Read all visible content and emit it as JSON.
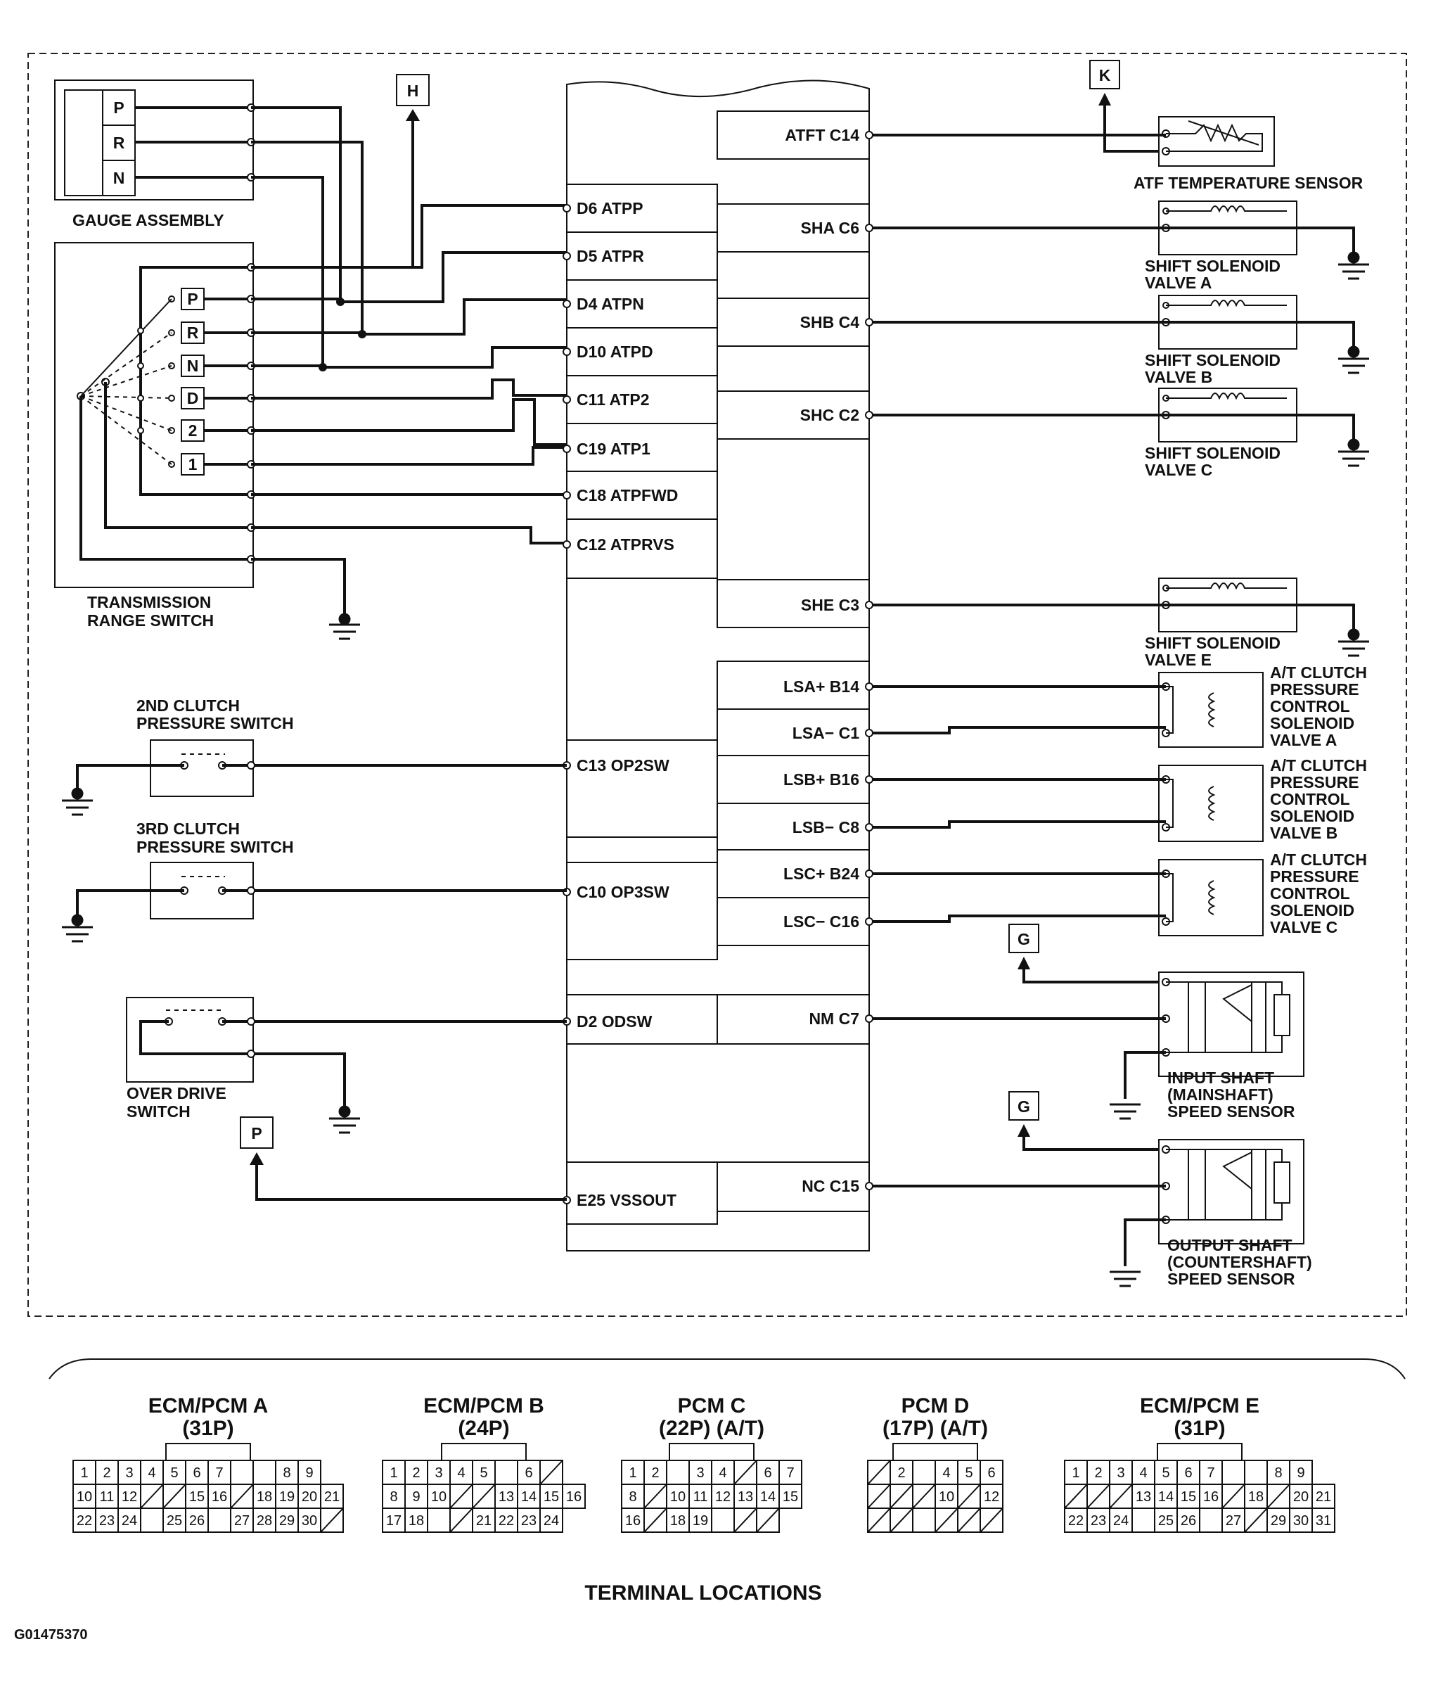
{
  "gauge": {
    "title": "GAUGE ASSEMBLY",
    "letters": [
      "P",
      "R",
      "N"
    ]
  },
  "trs": {
    "title1": "TRANSMISSION",
    "title2": "RANGE SWITCH",
    "positions": [
      "P",
      "R",
      "N",
      "D",
      "2",
      "1"
    ]
  },
  "connectors": {
    "H": "H",
    "K": "K",
    "G1": "G",
    "G2": "G",
    "P": "P"
  },
  "ecm_left_pins": [
    "D6 ATPP",
    "D5 ATPR",
    "D4 ATPN",
    "D10 ATPD",
    "C11 ATP2",
    "C19 ATP1",
    "C18 ATPFWD",
    "C12 ATPRVS",
    "C13 OP2SW",
    "C10 OP3SW",
    "D2 ODSW",
    "E25 VSSOUT"
  ],
  "ecm_right_pins": [
    "ATFT C14",
    "SHA C6",
    "SHB C4",
    "SHC C2",
    "SHE C3",
    "LSA+ B14",
    "LSA− C1",
    "LSB+ B16",
    "LSB− C8",
    "LSC+ B24",
    "LSC− C16",
    "NM C7",
    "NC C15"
  ],
  "components": {
    "atf_sensor": "ATF TEMPERATURE SENSOR",
    "sha": [
      "SHIFT SOLENOID",
      "VALVE A"
    ],
    "shb": [
      "SHIFT SOLENOID",
      "VALVE B"
    ],
    "shc": [
      "SHIFT SOLENOID",
      "VALVE C"
    ],
    "she": [
      "SHIFT SOLENOID",
      "VALVE E"
    ],
    "lsa": [
      "A/T CLUTCH",
      "PRESSURE",
      "CONTROL",
      "SOLENOID",
      "VALVE A"
    ],
    "lsb": [
      "A/T CLUTCH",
      "PRESSURE",
      "CONTROL",
      "SOLENOID",
      "VALVE B"
    ],
    "lsc": [
      "A/T CLUTCH",
      "PRESSURE",
      "CONTROL",
      "SOLENOID",
      "VALVE C"
    ],
    "clutch2": [
      "2ND CLUTCH",
      "PRESSURE SWITCH"
    ],
    "clutch3": [
      "3RD CLUTCH",
      "PRESSURE SWITCH"
    ],
    "odsw": [
      "OVER DRIVE",
      "SWITCH"
    ],
    "input_sensor": [
      "INPUT SHAFT",
      "(MAINSHAFT)",
      "SPEED SENSOR"
    ],
    "output_sensor": [
      "OUTPUT SHAFT",
      "(COUNTERSHAFT)",
      "SPEED SENSOR"
    ]
  },
  "terminal": {
    "caption": "TERMINAL LOCATIONS",
    "code": "G01475370",
    "connectors": [
      {
        "name": "ECM/PCM A",
        "sub": "(31P)",
        "rows": [
          [
            "1",
            "2",
            "3",
            "4",
            "5",
            "6",
            "7",
            "",
            "",
            "8",
            "9"
          ],
          [
            "10",
            "11",
            "12",
            "/",
            "/",
            "15",
            "16",
            "/",
            "18",
            "19",
            "20",
            "21"
          ],
          [
            "22",
            "23",
            "24",
            "",
            "25",
            "26",
            "",
            "27",
            "28",
            "29",
            "30",
            "/"
          ]
        ]
      },
      {
        "name": "ECM/PCM B",
        "sub": "(24P)",
        "rows": [
          [
            "1",
            "2",
            "3",
            "4",
            "5",
            "",
            "6",
            "/"
          ],
          [
            "8",
            "9",
            "10",
            "/",
            "/",
            "13",
            "14",
            "15",
            "16"
          ],
          [
            "17",
            "18",
            "",
            "/",
            "21",
            "22",
            "23",
            "24"
          ]
        ]
      },
      {
        "name": "PCM C",
        "sub": "(22P) (A/T)",
        "rows": [
          [
            "1",
            "2",
            "",
            "3",
            "4",
            "/",
            "6",
            "7"
          ],
          [
            "8",
            "/",
            "10",
            "11",
            "12",
            "13",
            "14",
            "15"
          ],
          [
            "16",
            "/",
            "18",
            "19",
            "",
            "/",
            "/"
          ]
        ]
      },
      {
        "name": "PCM D",
        "sub": "(17P) (A/T)",
        "rows": [
          [
            "/",
            "2",
            "",
            "4",
            "5",
            "6"
          ],
          [
            "/",
            "/",
            "/",
            "10",
            "/",
            "12"
          ],
          [
            "/",
            "/",
            "",
            "/",
            "/",
            "/"
          ]
        ]
      },
      {
        "name": "ECM/PCM E",
        "sub": "(31P)",
        "rows": [
          [
            "1",
            "2",
            "3",
            "4",
            "5",
            "6",
            "7",
            "",
            "",
            "8",
            "9"
          ],
          [
            "/",
            "/",
            "/",
            "13",
            "14",
            "15",
            "16",
            "/",
            "18",
            "/",
            "20",
            "21"
          ],
          [
            "22",
            "23",
            "24",
            "",
            "25",
            "26",
            "",
            "27",
            "/",
            "29",
            "30",
            "31"
          ]
        ]
      }
    ]
  }
}
